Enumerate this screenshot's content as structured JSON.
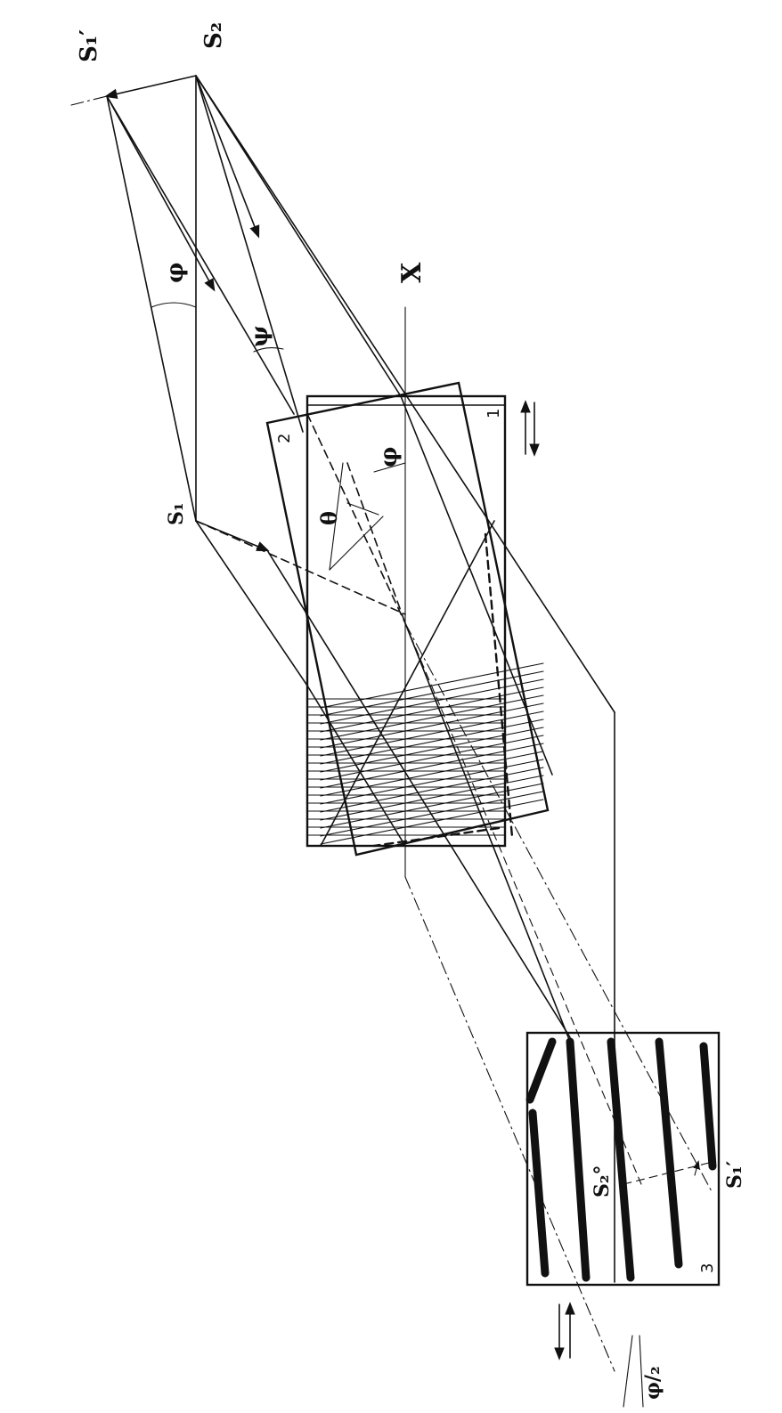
{
  "labels": {
    "s2_top": "S₂",
    "s1_prime_top": "S₁′",
    "s1": "S₁",
    "phi_upper": "φ",
    "psi": "ψ",
    "phi_grating": "φ",
    "theta": "θ",
    "axis": "X",
    "grating1_number": "1",
    "grating2_number": "2",
    "grating3_number": "3",
    "s2_zero": "S₂°",
    "s1_prime_bottom": "S₁′",
    "phi_half": "φ/₂"
  }
}
